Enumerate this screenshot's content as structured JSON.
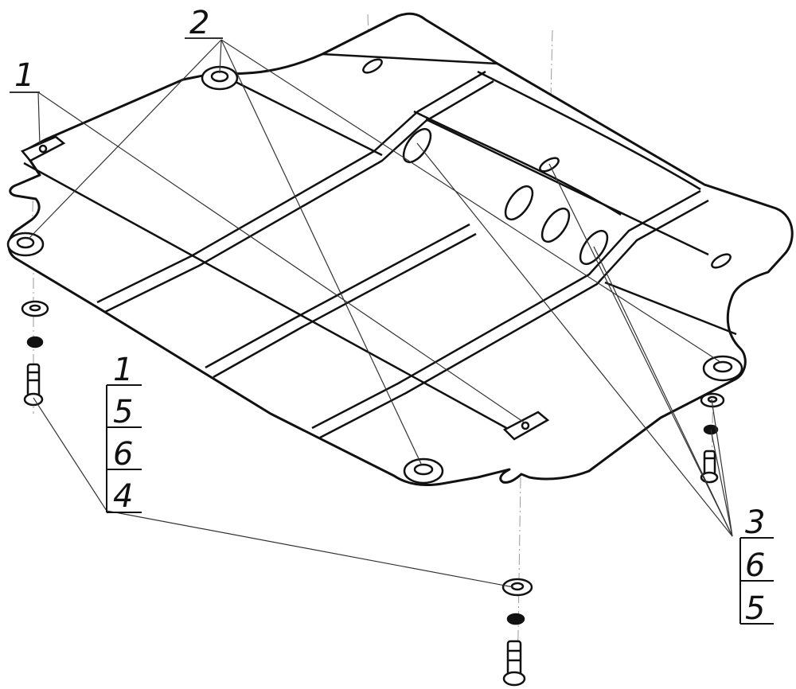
{
  "diagram": {
    "callouts": {
      "top_left": "1",
      "top_center": "2"
    },
    "stack_left": [
      "1",
      "5",
      "6",
      "4"
    ],
    "stack_right": [
      "3",
      "6",
      "5"
    ]
  },
  "colors": {
    "line": "#111111",
    "leader": "#333333",
    "axis": "#9a9a9a",
    "fill": "#ffffff"
  }
}
